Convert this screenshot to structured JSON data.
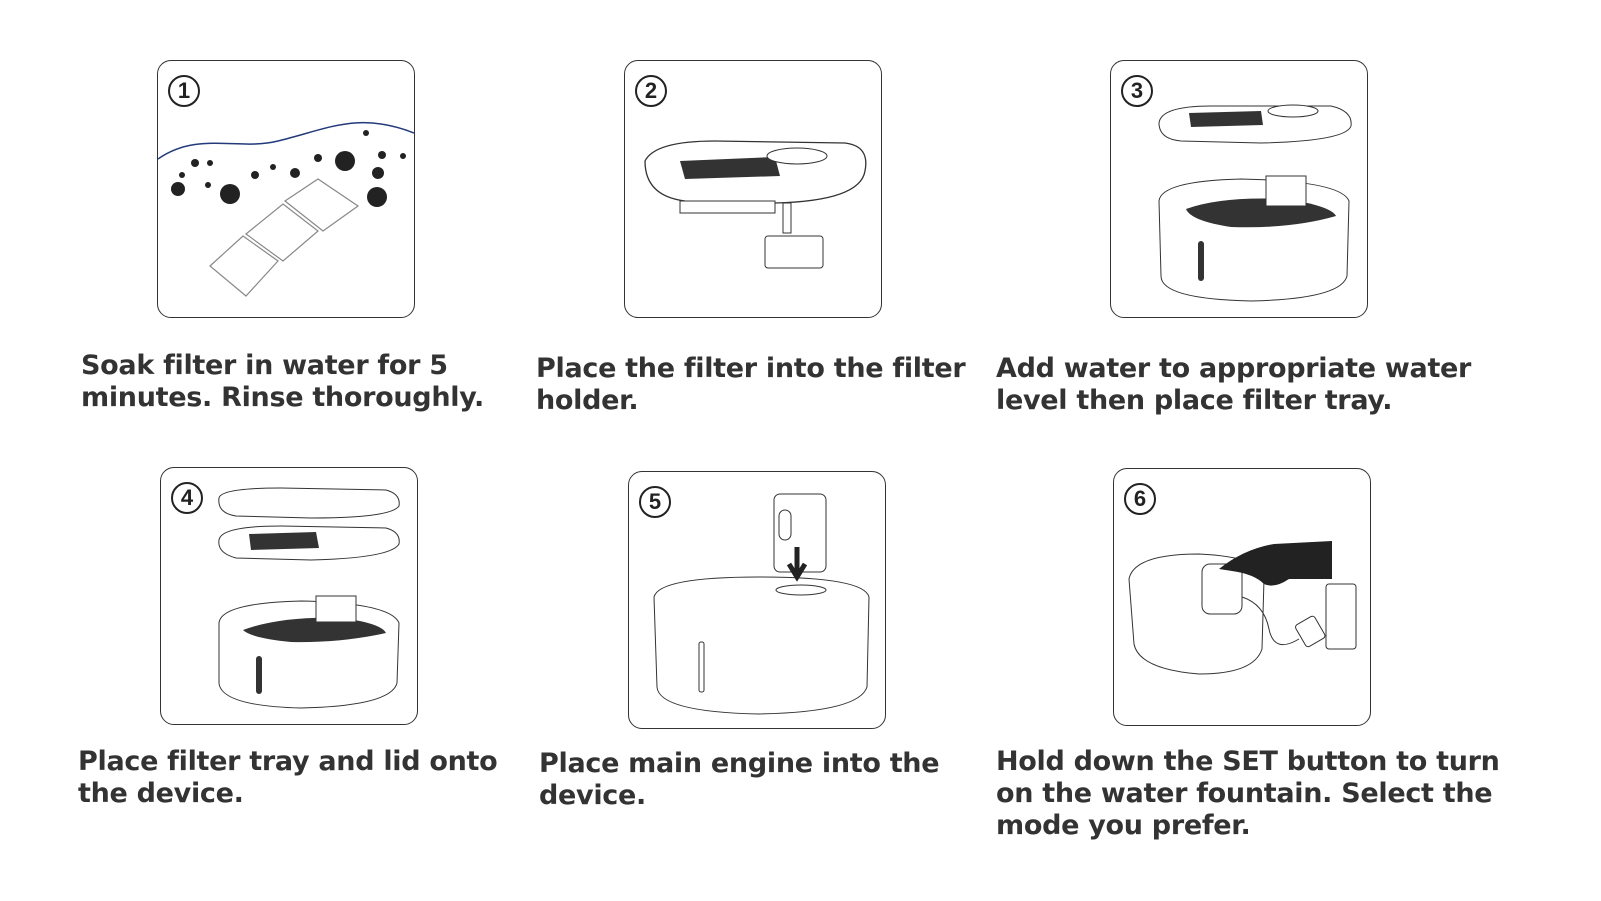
{
  "steps": [
    {
      "number": "1",
      "caption": "Soak filter in water for 5 minutes. Rinse thoroughly.",
      "icon": "soak-filter-illustration"
    },
    {
      "number": "2",
      "caption": "Place the filter into the filter holder.",
      "icon": "filter-holder-illustration"
    },
    {
      "number": "3",
      "caption": "Add water to appropriate water level then place filter tray.",
      "icon": "add-water-illustration"
    },
    {
      "number": "4",
      "caption": "Place filter tray and lid onto the device.",
      "icon": "lid-illustration"
    },
    {
      "number": "5",
      "caption": "Place main engine into the device.",
      "icon": "engine-illustration"
    },
    {
      "number": "6",
      "caption": "Hold down the SET button to turn on the water fountain. Select the mode you prefer.",
      "icon": "power-on-illustration"
    }
  ]
}
